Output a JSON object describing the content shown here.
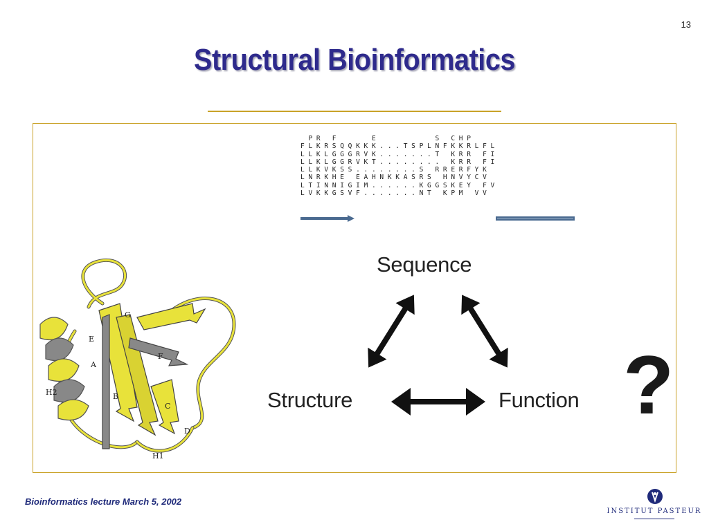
{
  "slide": {
    "page_number": "13",
    "title": "Structural Bioinformatics",
    "footer": "Bioinformatics lecture March 5, 2002"
  },
  "diagram": {
    "nodes": {
      "sequence": "Sequence",
      "structure": "Structure",
      "function": "Function"
    },
    "question_mark": "?"
  },
  "alignment": {
    "rows": [
      "  P R   F         E               S   C H P    ",
      "F L K R S Q Q K K K . . . T S P L N F K K R L F L",
      "L L K L G G G R V K . . . . . . . T   K R R   F I",
      "L L K L G G R V K T . . . . . . . .   K R R   F I",
      "L L K V K S S . . . . . . . . S   R R E R F Y K",
      "L N R K H E   E A H N K K A S R S   H N V Y C V",
      "L T I N N I G I M . . . . . . K G G S K E Y   F V",
      "L V K K G S V F . . . . . . . N T   K P M   V V"
    ]
  },
  "protein_labels": {
    "G": "G",
    "E": "E",
    "A": "A",
    "F": "F",
    "H2": "H2",
    "B": "B",
    "C": "C",
    "D": "D",
    "H1": "H1"
  },
  "logo": {
    "text": "INSTITUT PASTEUR"
  },
  "colors": {
    "title": "#2e2a8c",
    "rule": "#c9a227",
    "helix": "#e8e23a",
    "footer": "#1f2a7a",
    "teal": "#5fc7cc",
    "green": "#9ed44a",
    "yellow": "#f3e640",
    "pink": "#f4b1ac"
  }
}
